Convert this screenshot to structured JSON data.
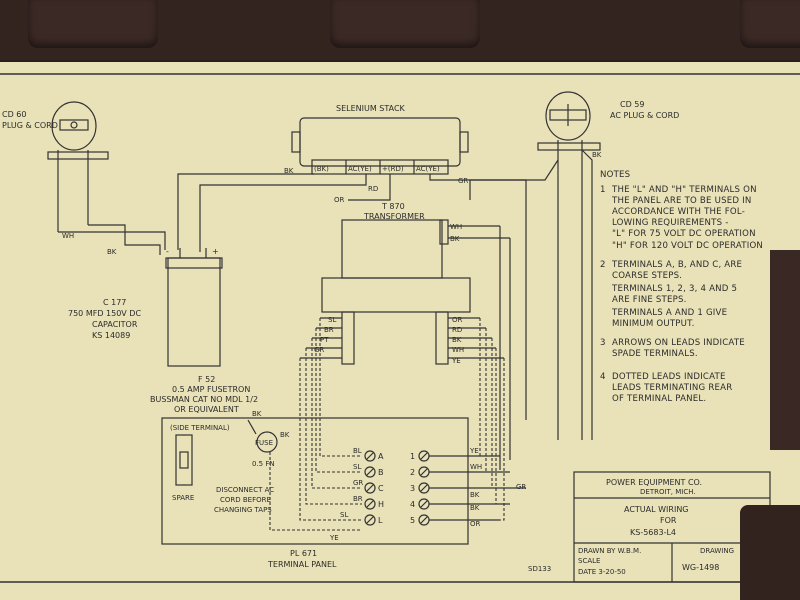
{
  "plug_left": {
    "title": "CD 60",
    "subtitle": "PLUG & CORD"
  },
  "plug_right": {
    "title": "CD 59",
    "subtitle": "AC PLUG & CORD"
  },
  "selenium": {
    "title": "SELENIUM STACK",
    "terms": [
      "(BK)",
      "AC(YE)",
      "+(RD)",
      "AC(YE)"
    ]
  },
  "transformer": {
    "title": "T 870",
    "subtitle": "TRANSFORMER"
  },
  "capacitor": {
    "line1": "C 177",
    "line2": "750 MFD 150V DC",
    "line3": "CAPACITOR",
    "line4": "KS 14089",
    "minus": "-",
    "plus": "+"
  },
  "fuse": {
    "line1": "F 52",
    "line2": "0.5 AMP FUSETRON",
    "line3": "BUSSMAN CAT NO MDL 1/2",
    "line4": "OR EQUIVALENT",
    "symbol": "FUSE",
    "rating": "0.5 FN"
  },
  "panel": {
    "side_terminal": "(SIDE TERMINAL)",
    "spare": "SPARE",
    "disconnect": [
      "DISCONNECT AC",
      "CORD BEFORE",
      "CHANGING TAPS"
    ],
    "title": "PL 671",
    "subtitle": "TERMINAL PANEL",
    "letters": [
      "A",
      "B",
      "C",
      "H",
      "L"
    ],
    "letter_leads": [
      "BL",
      "SL",
      "GR",
      "BR",
      "SL"
    ],
    "numbers": [
      "1",
      "2",
      "3",
      "4",
      "5"
    ],
    "number_leads": [
      "YE",
      "WH",
      "BK",
      "BK",
      "OR"
    ],
    "ye_label": "YE"
  },
  "wire_labels": {
    "bk": "BK",
    "wh": "WH",
    "rd": "RD",
    "or": "OR",
    "gr": "GR",
    "ye": "YE",
    "sl": "SL",
    "br": "BR",
    "pt": "PT"
  },
  "notes": {
    "title": "NOTES",
    "items": [
      {
        "num": "1",
        "lines": [
          "THE \"L\" AND \"H\" TERMINALS ON",
          "THE PANEL ARE TO BE USED IN",
          "ACCORDANCE WITH THE FOL-",
          "LOWING REQUIREMENTS -",
          "\"L\" FOR 75 VOLT DC OPERATION",
          "\"H\" FOR 120 VOLT DC OPERATION"
        ]
      },
      {
        "num": "2",
        "lines": [
          "TERMINALS A, B, AND C, ARE",
          "COARSE STEPS.",
          "TERMINALS 1, 2, 3, 4 AND 5",
          "ARE FINE STEPS.",
          "TERMINALS A AND 1 GIVE",
          "MINIMUM OUTPUT."
        ]
      },
      {
        "num": "3",
        "lines": [
          "ARROWS ON LEADS INDICATE",
          "SPADE TERMINALS."
        ]
      },
      {
        "num": "4",
        "lines": [
          "DOTTED LEADS INDICATE",
          "LEADS TERMINATING REAR",
          "OF TERMINAL PANEL."
        ]
      }
    ]
  },
  "title_block": {
    "company": "POWER EQUIPMENT CO.",
    "city": "DETROIT, MICH.",
    "title1": "ACTUAL WIRING",
    "title2": "FOR",
    "title3": "KS-5683-L4",
    "drawn_by": "DRAWN BY  W.B.M.",
    "scale": "SCALE",
    "date": "DATE   3-20-50",
    "drawing_label": "DRAWING",
    "drawing_no": "WG-1498",
    "sd": "SD133"
  }
}
